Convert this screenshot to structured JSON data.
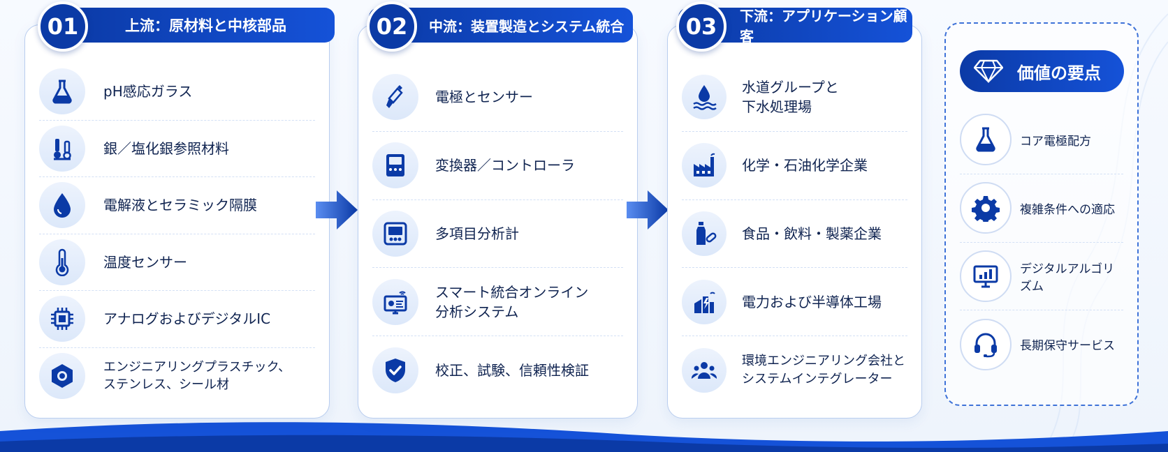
{
  "stages": [
    {
      "number": "01",
      "title": "上流：原材料と中核部品",
      "items": [
        {
          "label": "pH感応ガラス",
          "icon": "flask-icon"
        },
        {
          "label": "銀／塩化銀参照材料",
          "icon": "electrode-pair-icon"
        },
        {
          "label": "電解液とセラミック隔膜",
          "icon": "droplet-icon"
        },
        {
          "label": "温度センサー",
          "icon": "thermometer-icon"
        },
        {
          "label": "アナログおよびデジタルIC",
          "icon": "chip-icon"
        },
        {
          "label": "エンジニアリングプラスチック、\nステンレス、シール材",
          "icon": "hex-nut-icon"
        }
      ]
    },
    {
      "number": "02",
      "title": "中流：装置製造とシステム統合",
      "items": [
        {
          "label": "電極とセンサー",
          "icon": "probe-icon"
        },
        {
          "label": "変換器／コントローラ",
          "icon": "controller-icon"
        },
        {
          "label": "多項目分析計",
          "icon": "analyzer-icon"
        },
        {
          "label": "スマート統合オンライン\n分析システム",
          "icon": "smart-monitor-icon"
        },
        {
          "label": "校正、試験、信頼性検証",
          "icon": "shield-check-icon"
        }
      ]
    },
    {
      "number": "03",
      "title": "下流：アプリケーション顧客",
      "items": [
        {
          "label": "水道グループと\n下水処理場",
          "icon": "water-drop-waves-icon"
        },
        {
          "label": "化学・石油化学企業",
          "icon": "factory-icon"
        },
        {
          "label": "食品・飲料・製薬企業",
          "icon": "bottle-pill-icon"
        },
        {
          "label": "電力および半導体工場",
          "icon": "power-plant-icon"
        },
        {
          "label": "環境エンジニアリング会社と\nシステムインテグレーター",
          "icon": "people-group-icon"
        }
      ]
    }
  ],
  "value_panel": {
    "title": "価値の要点",
    "items": [
      {
        "label": "コア電極配方",
        "icon": "flask-icon"
      },
      {
        "label": "複雑条件への適応",
        "icon": "gear-icon"
      },
      {
        "label": "デジタルアルゴリズム",
        "icon": "chart-monitor-icon"
      },
      {
        "label": "長期保守サービス",
        "icon": "headset-icon"
      }
    ]
  },
  "colors": {
    "primary": "#0b3aa6",
    "accent": "#1552d8",
    "border": "#b9cdef",
    "text": "#0f2350"
  }
}
